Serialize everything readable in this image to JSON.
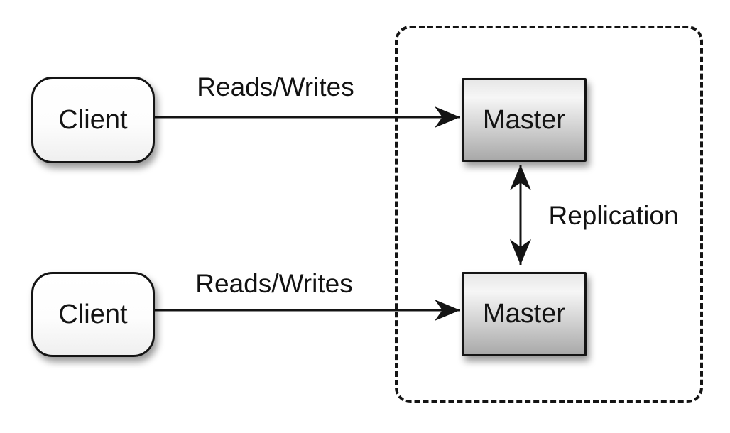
{
  "diagram": {
    "type": "architecture-diagram",
    "colors": {
      "background": "#ffffff",
      "stroke": "#141414",
      "client_fill_top": "#ffffff",
      "client_fill_bottom": "#efefef",
      "master_fill_top": "#e7e7e7",
      "master_fill_highlight": "#f6f6f6",
      "master_fill_bottom": "#a9a9a9"
    },
    "nodes": {
      "client_top": {
        "label": "Client"
      },
      "client_bottom": {
        "label": "Client"
      },
      "master_top": {
        "label": "Master"
      },
      "master_bottom": {
        "label": "Master"
      }
    },
    "edges": {
      "client_top_to_master_top": {
        "label": "Reads/Writes",
        "direction": "right"
      },
      "client_bottom_to_master_bottom": {
        "label": "Reads/Writes",
        "direction": "right"
      },
      "master_to_master": {
        "label": "Replication",
        "direction": "both"
      }
    }
  }
}
